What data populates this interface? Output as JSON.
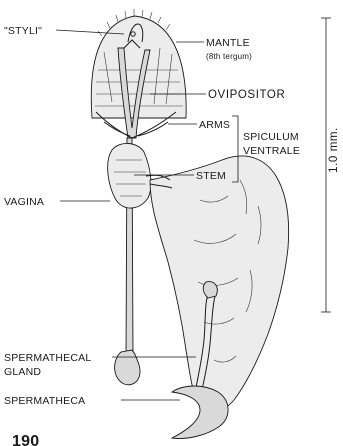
{
  "labels": {
    "styli": "\"STYLI\"",
    "mantle": "MANTLE",
    "mantle_note": "(8th tergum)",
    "ovipositor": "OVIPOSITOR",
    "arms": "ARMS",
    "spiculum_1": "SPICULUM",
    "spiculum_2": "VENTRALE",
    "stem": "STEM",
    "vagina": "VAGINA",
    "spermathecal_gland_1": "SPERMATHECAL",
    "spermathecal_gland_2": "GLAND",
    "spermatheca": "SPERMATHECA",
    "scale": "1.0 mm.",
    "figure_number": "190"
  }
}
